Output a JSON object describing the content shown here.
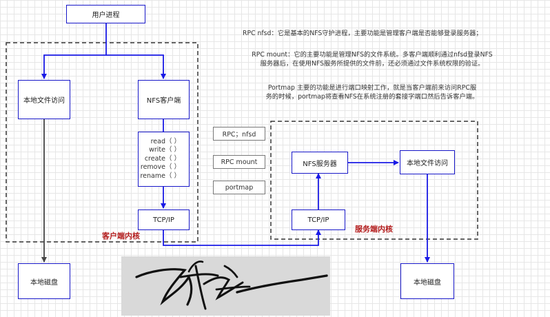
{
  "nodes": {
    "user_process": "用户进程",
    "client_local_file_access": "本地文件访问",
    "nfs_client": "NFS客户端",
    "client_tcpip": "TCP/IP",
    "client_local_disk": "本地磁盘",
    "nfs_server": "NFS服务器",
    "server_local_file_access": "本地文件访问",
    "server_tcpip": "TCP/IP",
    "server_local_disk": "本地磁盘"
  },
  "operations": [
    "read（  ）",
    "write（  ）",
    "create（  ）",
    "remove（  ）",
    "rename（  ）"
  ],
  "kernels": {
    "client": "客户端内核",
    "server": "服务端内核"
  },
  "protocols": [
    "RPC；nfsd",
    "RPC mount",
    "portmap"
  ],
  "notes": {
    "rpc_nfsd": "RPC nfsd：它是基本的NFS守护进程，主要功能是管理客户端是否能够登录服务器；",
    "rpc_mount_line1": "RPC mount：它的主要功能是管理NFS的文件系统。多客户端顺利通过nfsd登录NFS",
    "rpc_mount_line2": "服务器后，在使用NFS服务所提供的文件前，还必须通过文件系统权限的验证。",
    "portmap_line1": "Portmap 主要的功能是进行端口映射工作，就是当客户端前来访问RPC服",
    "portmap_line2": "务的时候，portmap将查看NFS在系统注册的套接字端口然后告诉客户端。"
  },
  "colors": {
    "box_border": "#1616c8",
    "arrow": "#1a1ae6",
    "disk_arrow": "#444444",
    "kernel_label": "#b31b1b"
  }
}
